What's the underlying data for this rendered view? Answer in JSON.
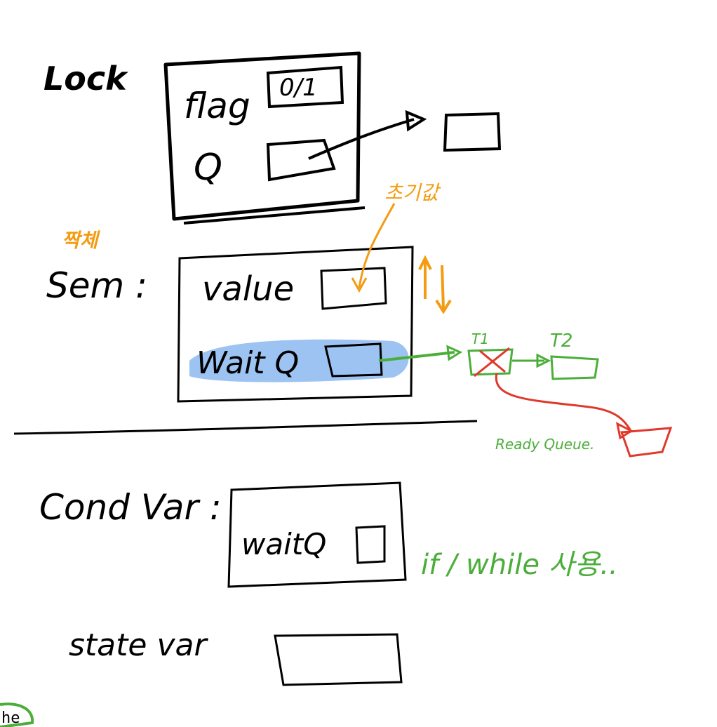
{
  "colors": {
    "ink": "#000000",
    "orange": "#f39c12",
    "green": "#4cae3a",
    "red": "#e0392b",
    "highlight": "#8bb9f0"
  },
  "lock": {
    "title": "Lock",
    "flag_label": "flag",
    "flag_values": "0/1",
    "queue_label": "Q"
  },
  "semaphore": {
    "korean_note": "짝체",
    "title": "Sem :",
    "value_label": "value",
    "initial_note": "초기값",
    "waitq_label": "Wait Q",
    "thread1": "T1",
    "thread2": "T2",
    "ready_queue": "Ready Queue."
  },
  "condvar": {
    "title": "Cond Var :",
    "waitq_label": "waitQ",
    "usage_note": "if / while 사용..",
    "state_label": "state var"
  },
  "corner": {
    "text": "he"
  }
}
